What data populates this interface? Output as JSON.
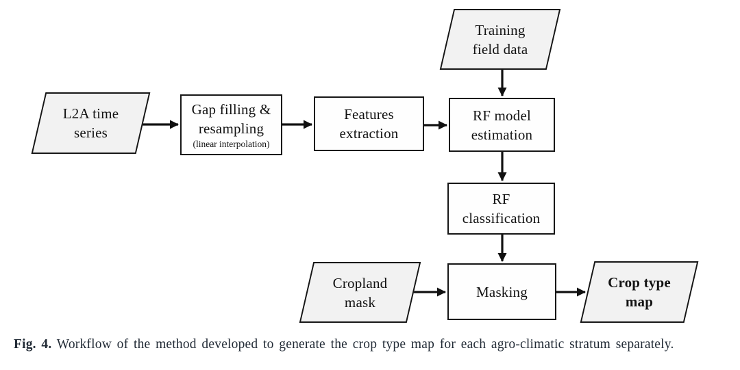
{
  "figure": {
    "caption_label": "Fig. 4.",
    "caption_text": "Workflow of the method developed to generate the crop type map for each agro-climatic stratum separately."
  },
  "nodes": {
    "training_field_data": {
      "type": "data-io",
      "line1": "Training",
      "line2": "field data"
    },
    "l2a_time_series": {
      "type": "data-io",
      "line1": "L2A time",
      "line2": "series"
    },
    "gap_filling": {
      "type": "process",
      "line1": "Gap filling &",
      "line2": "resampling",
      "note": "(linear interpolation)"
    },
    "features_extraction": {
      "type": "process",
      "line1": "Features",
      "line2": "extraction"
    },
    "rf_model_estimation": {
      "type": "process",
      "line1": "RF model",
      "line2": "estimation"
    },
    "rf_classification": {
      "type": "process",
      "line1": "RF",
      "line2": "classification"
    },
    "cropland_mask": {
      "type": "data-io",
      "line1": "Cropland",
      "line2": "mask"
    },
    "masking": {
      "type": "process",
      "label": "Masking"
    },
    "crop_type_map": {
      "type": "data-io",
      "line1": "Crop type",
      "line2": "map",
      "emphasis": "bold"
    }
  },
  "edges": [
    {
      "from": "l2a_time_series",
      "to": "gap_filling"
    },
    {
      "from": "gap_filling",
      "to": "features_extraction"
    },
    {
      "from": "features_extraction",
      "to": "rf_model_estimation"
    },
    {
      "from": "training_field_data",
      "to": "rf_model_estimation"
    },
    {
      "from": "rf_model_estimation",
      "to": "rf_classification"
    },
    {
      "from": "rf_classification",
      "to": "masking"
    },
    {
      "from": "cropland_mask",
      "to": "masking"
    },
    {
      "from": "masking",
      "to": "crop_type_map"
    }
  ],
  "colors": {
    "node_border": "#161616",
    "io_fill": "#f2f2f2",
    "process_fill": "#fefefe",
    "arrow": "#111111",
    "node_ink": "#131313",
    "caption_ink": "#222b36"
  }
}
